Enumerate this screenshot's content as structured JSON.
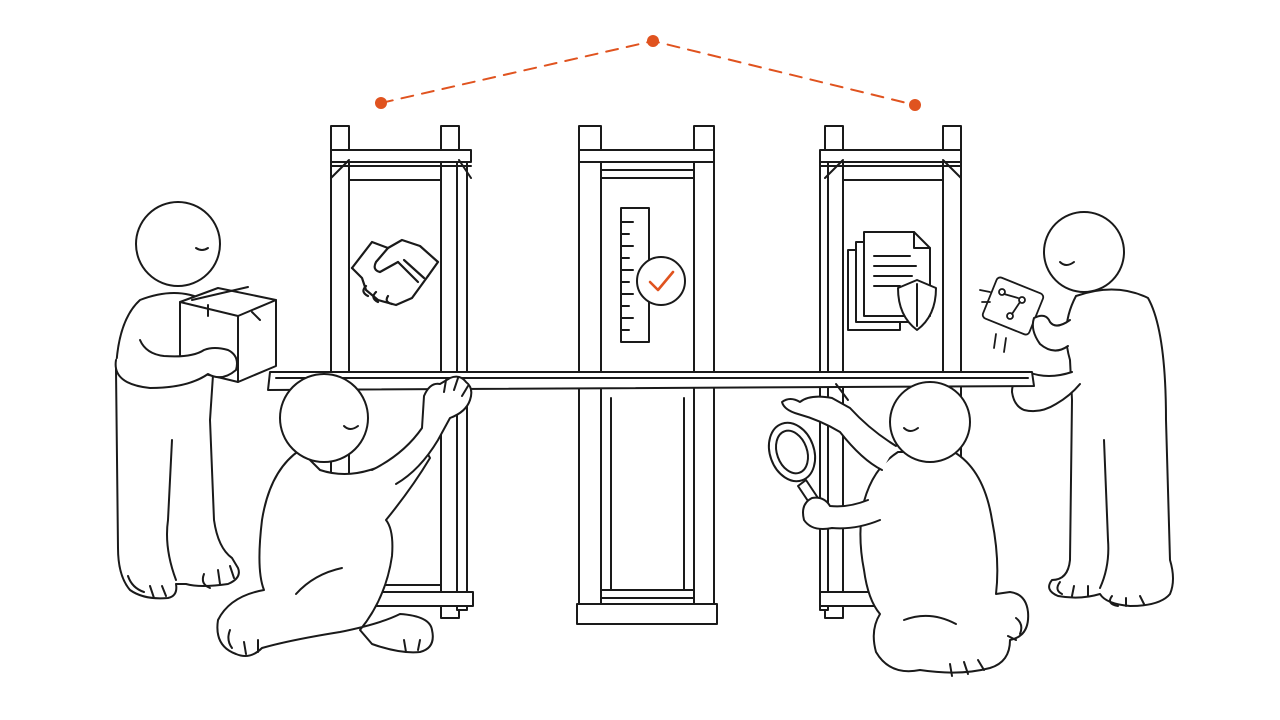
{
  "colors": {
    "line": "#1a1a1a",
    "accent": "#e0531f",
    "background": "#ffffff",
    "fill": "#ffffff"
  },
  "pillars": [
    {
      "name": "trust",
      "icon": "handshake-icon"
    },
    {
      "name": "measurement",
      "icon": "ruler-check-icon"
    },
    {
      "name": "compliance",
      "icon": "document-shield-icon"
    }
  ],
  "figures": [
    {
      "name": "figure-carrying-box",
      "prop": "box-icon"
    },
    {
      "name": "figure-kneeling-lifting",
      "prop": "none"
    },
    {
      "name": "figure-kneeling-inspecting",
      "prop": "magnifying-glass-icon"
    },
    {
      "name": "figure-holding-chip",
      "prop": "circuit-chip-icon"
    }
  ],
  "connections": {
    "style": "dashed",
    "nodes": 3
  }
}
